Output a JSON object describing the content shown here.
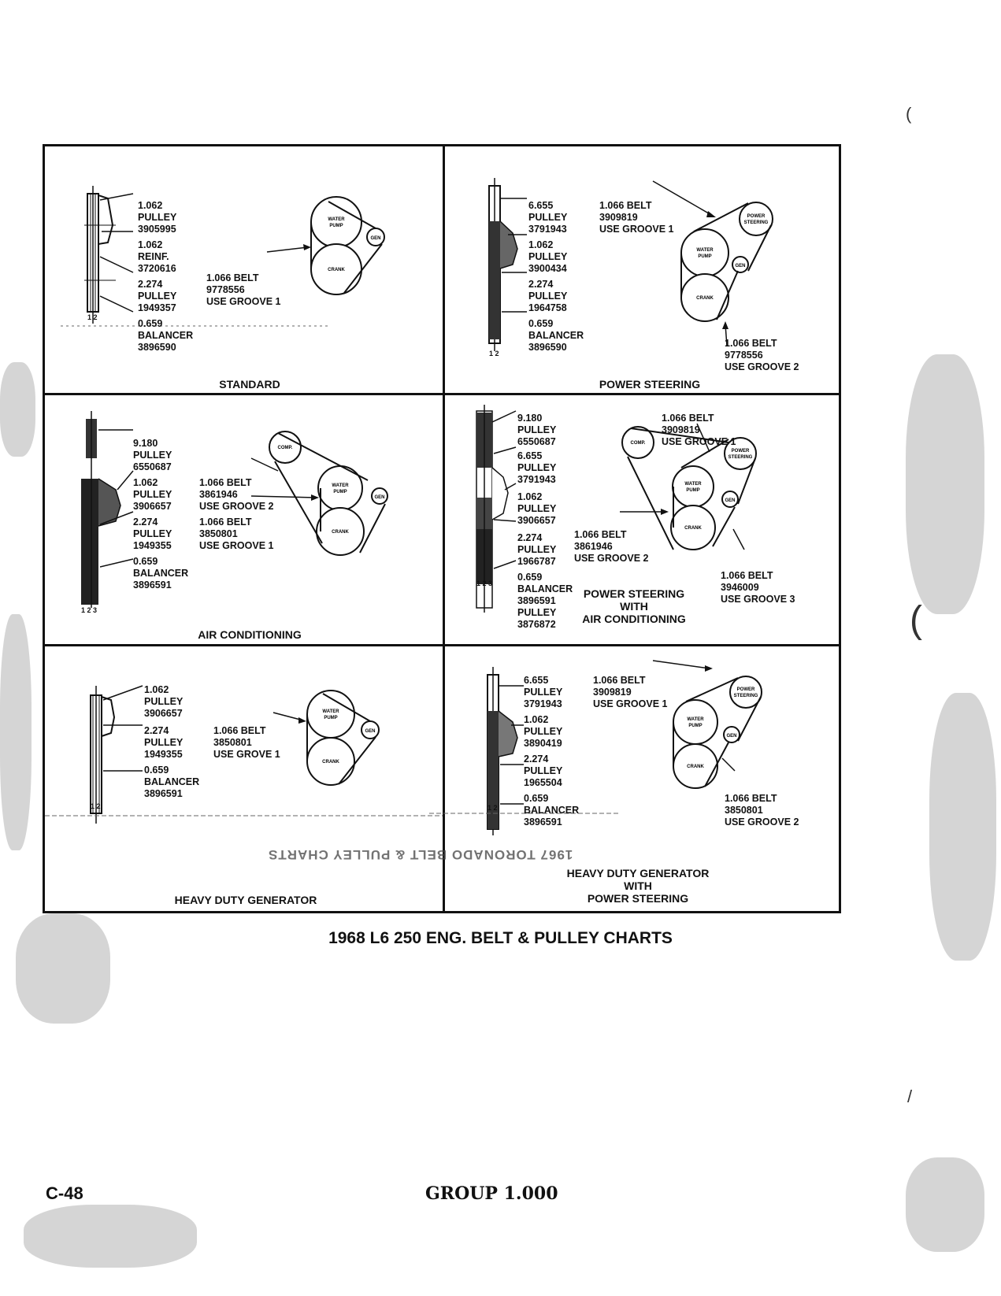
{
  "page_title": "1968 L6 250 ENG. BELT & PULLEY CHARTS",
  "footer": {
    "left": "C-48",
    "center": "GROUP 1.000"
  },
  "mirrored_text": "1967 TORONADO BELT & PULLEY CHARTS",
  "circle_labels": {
    "water_pump": [
      "WATER",
      "PUMP"
    ],
    "gen": "GEN",
    "crank": "CRANK",
    "comp": "COMP.",
    "power_steering": [
      "POWER",
      "STEERING"
    ]
  },
  "panels": {
    "standard": {
      "caption": [
        "STANDARD"
      ],
      "labels": [
        [
          "1.062",
          "PULLEY",
          "3905995"
        ],
        [
          "1.062",
          "REINF.",
          "3720616"
        ],
        [
          "2.274",
          "PULLEY",
          "1949357"
        ],
        [
          "0.659",
          "BALANCER",
          "3896590"
        ]
      ],
      "belts": [
        [
          "1.066 BELT",
          "9778556",
          "USE GROOVE 1"
        ]
      ],
      "groove_marks": "1 2"
    },
    "power_steering": {
      "caption": [
        "POWER STEERING"
      ],
      "labels": [
        [
          "6.655",
          "PULLEY",
          "3791943"
        ],
        [
          "1.062",
          "PULLEY",
          "3900434"
        ],
        [
          "2.274",
          "PULLEY",
          "1964758"
        ],
        [
          "0.659",
          "BALANCER",
          "3896590"
        ]
      ],
      "belts": [
        [
          "1.066 BELT",
          "3909819",
          "USE GROOVE 1"
        ],
        [
          "1.066 BELT",
          "9778556",
          "USE GROOVE 2"
        ]
      ],
      "groove_marks": "1 2"
    },
    "air_conditioning": {
      "caption": [
        "AIR CONDITIONING"
      ],
      "labels": [
        [
          "9.180",
          "PULLEY",
          "6550687"
        ],
        [
          "1.062",
          "PULLEY",
          "3906657"
        ],
        [
          "2.274",
          "PULLEY",
          "1949355"
        ],
        [
          "0.659",
          "BALANCER",
          "3896591"
        ]
      ],
      "belts": [
        [
          "1.066 BELT",
          "3861946",
          "USE GROOVE 2"
        ],
        [
          "1.066 BELT",
          "3850801",
          "USE GROOVE 1"
        ]
      ],
      "groove_marks": "1 2 3"
    },
    "ps_ac": {
      "caption": [
        "POWER STEERING",
        "WITH",
        "AIR CONDITIONING"
      ],
      "labels": [
        [
          "9.180",
          "PULLEY",
          "6550687"
        ],
        [
          "6.655",
          "PULLEY",
          "3791943"
        ],
        [
          "1.062",
          "PULLEY",
          "3906657"
        ],
        [
          "2.274",
          "PULLEY",
          "1966787"
        ],
        [
          "0.659",
          "BALANCER",
          "3896591",
          "PULLEY",
          "3876872"
        ]
      ],
      "belts": [
        [
          "1.066 BELT",
          "3909819",
          "USE GROOVE 1"
        ],
        [
          "1.066 BELT",
          "3861946",
          "USE GROOVE 2"
        ],
        [
          "1.066 BELT",
          "3946009",
          "USE GROOVE 3"
        ]
      ],
      "groove_marks": "1 2 3"
    },
    "hd_generator": {
      "caption": [
        "HEAVY DUTY GENERATOR"
      ],
      "labels": [
        [
          "1.062",
          "PULLEY",
          "3906657"
        ],
        [
          "2.274",
          "PULLEY",
          "1949355"
        ],
        [
          "0.659",
          "BALANCER",
          "3896591"
        ]
      ],
      "belts": [
        [
          "1.066 BELT",
          "3850801",
          "USE GROVE 1"
        ]
      ],
      "groove_marks": "1 2"
    },
    "hd_gen_ps": {
      "caption": [
        "HEAVY DUTY GENERATOR",
        "WITH",
        "POWER STEERING"
      ],
      "labels": [
        [
          "6.655",
          "PULLEY",
          "3791943"
        ],
        [
          "1.062",
          "PULLEY",
          "3890419"
        ],
        [
          "2.274",
          "PULLEY",
          "1965504"
        ],
        [
          "0.659",
          "BALANCER",
          "3896591"
        ]
      ],
      "belts": [
        [
          "1.066 BELT",
          "3909819",
          "USE GROOVE 1"
        ],
        [
          "1.066 BELT",
          "3850801",
          "USE GROOVE 2"
        ]
      ],
      "groove_marks": "1 2"
    }
  }
}
